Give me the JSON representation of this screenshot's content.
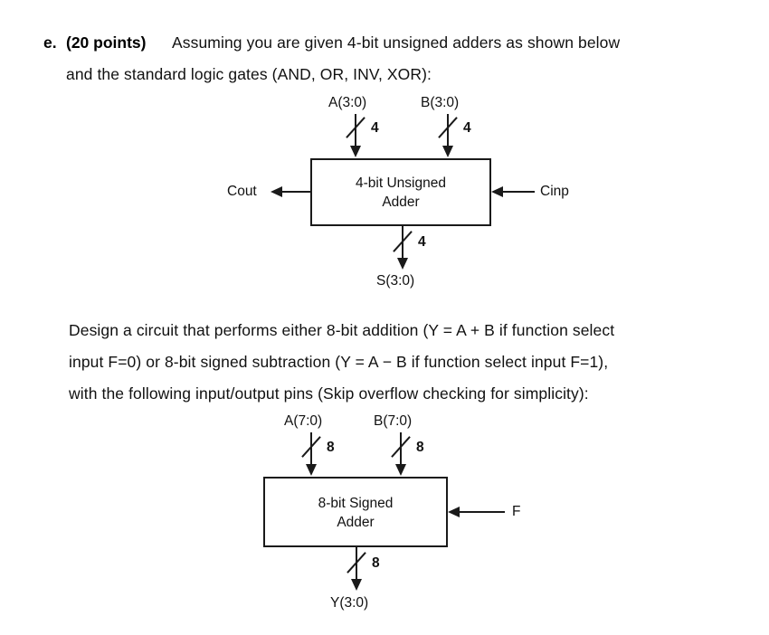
{
  "question": {
    "marker": "e.",
    "points": "(20 points)",
    "line1": "Assuming you are given 4-bit unsigned adders as shown below",
    "line2": "and the standard logic gates (AND, OR, INV, XOR):"
  },
  "paragraph2": {
    "line1": "Design a circuit that performs either 8-bit addition (Y = A + B if function select",
    "line2": "input F=0) or 8-bit signed subtraction (Y = A − B if function select input F=1),",
    "line3": "with the following input/output pins (Skip overflow checking for simplicity):"
  },
  "diagram1": {
    "box_line1": "4-bit Unsigned",
    "box_line2": "Adder",
    "input_a": "A(3:0)",
    "input_b": "B(3:0)",
    "input_a_width": "4",
    "input_b_width": "4",
    "output_s": "S(3:0)",
    "output_s_width": "4",
    "output_cout": "Cout",
    "input_cinp": "Cinp"
  },
  "diagram2": {
    "box_line1": "8-bit Signed",
    "box_line2": "Adder",
    "input_a": "A(7:0)",
    "input_b": "B(7:0)",
    "input_a_width": "8",
    "input_b_width": "8",
    "output_y": "Y(3:0)",
    "output_y_width": "8",
    "input_f": "F"
  },
  "colors": {
    "ink": "#1a1a1a",
    "paper": "#ffffff"
  }
}
